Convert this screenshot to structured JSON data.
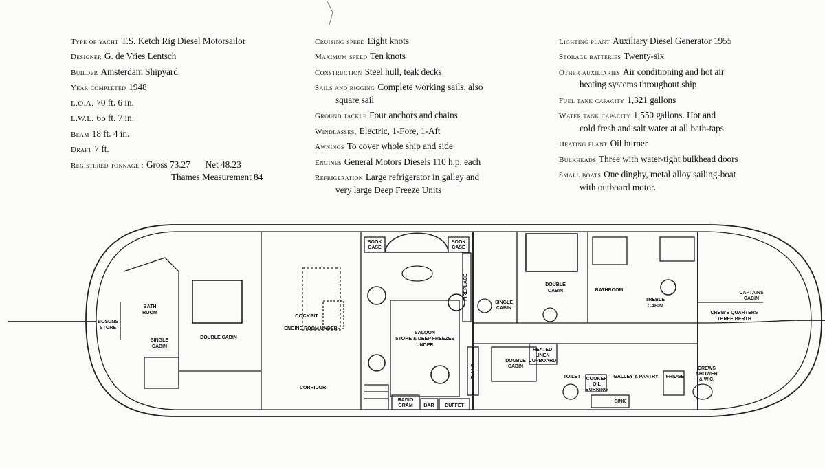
{
  "specs": {
    "col1": [
      {
        "label": "Type of yacht",
        "value": "T.S. Ketch Rig Diesel Motorsailor"
      },
      {
        "label": "Designer",
        "value": "G. de Vries Lentsch"
      },
      {
        "label": "Builder",
        "value": "Amsterdam Shipyard"
      },
      {
        "label": "Year completed",
        "value": "1948"
      },
      {
        "label": "L.O.A.",
        "value": "70 ft. 6 in."
      },
      {
        "label": "L.W.L.",
        "value": "65 ft. 7 in."
      },
      {
        "label": "Beam",
        "value": "18 ft. 4 in."
      },
      {
        "label": "Draft",
        "value": "7 ft."
      },
      {
        "label": "Registered tonnage :",
        "gross": "Gross 73.27",
        "net": "Net 48.23",
        "extra": "Thames Measurement 84"
      }
    ],
    "col2": [
      {
        "label": "Cruising speed",
        "value": "Eight knots"
      },
      {
        "label": "Maximum speed",
        "value": "Ten knots"
      },
      {
        "label": "Construction",
        "value": "Steel hull, teak decks"
      },
      {
        "label": "Sails and rigging",
        "value": "Complete working sails, also",
        "cont": "square sail"
      },
      {
        "label": "Ground tackle",
        "value": "Four anchors and chains"
      },
      {
        "label": "Windlasses,",
        "value": "Electric, 1-Fore, 1-Aft"
      },
      {
        "label": "Awnings",
        "value": "To cover whole ship and side"
      },
      {
        "label": "Engines",
        "value": "General Motors Diesels 110 h.p. each"
      },
      {
        "label": "Refrigeration",
        "value": "Large refrigerator in galley and",
        "cont": "very large Deep Freeze Units"
      }
    ],
    "col3": [
      {
        "label": "Lighting plant",
        "value": "Auxiliary Diesel Generator 1955"
      },
      {
        "label": "Storage batteries",
        "value": "Twenty-six"
      },
      {
        "label": "Other auxiliaries",
        "value": "Air conditioning and hot air",
        "cont": "heating systems throughout ship"
      },
      {
        "label": "Fuel tank capacity",
        "value": "1,321 gallons"
      },
      {
        "label": "Water tank capacity",
        "value": "1,550 gallons.  Hot and",
        "cont": "cold fresh and salt water at all bath-taps"
      },
      {
        "label": "Heating plant",
        "value": "Oil burner"
      },
      {
        "label": "Bulkheads",
        "value": "Three with water-tight bulkhead doors"
      },
      {
        "label": "Small boats",
        "value": "One dinghy, metal alloy sailing-boat",
        "cont": "with outboard motor."
      }
    ]
  },
  "plan": {
    "bosuns_store": [
      "BOSUNS",
      "STORE"
    ],
    "bath_room": [
      "BATH",
      "ROOM"
    ],
    "single_cabin_aft": [
      "SINGLE",
      "CABIN"
    ],
    "double_cabin_aft": "DOUBLE CABIN",
    "cockpit": "COCKPIT",
    "engine_room": "ENGINE ROOM UNDER",
    "corridor": "CORRIDOR",
    "book_case_left": [
      "BOOK",
      "CASE"
    ],
    "book_case_right": [
      "BOOK",
      "CASE"
    ],
    "saloon": [
      "SALOON",
      "STORE & DEEP FREEZES",
      "UNDER"
    ],
    "fireplace": "FIREPLACE",
    "radio_gram": [
      "RADIO",
      "GRAM"
    ],
    "bar": "BAR",
    "buffet": "BUFFET",
    "piano": "PIANO",
    "single_cabin_mid": [
      "SINGLE",
      "CABIN"
    ],
    "double_cabin_mid": [
      "DOUBLE",
      "CABIN"
    ],
    "double_cabin_low": [
      "DOUBLE",
      "CABIN"
    ],
    "heated_linen": [
      "HEATED",
      "LINEN",
      "CUPBOARD"
    ],
    "bathroom": "BATHROOM",
    "treble_cabin": [
      "TREBLE",
      "CABIN"
    ],
    "captains_cabin": [
      "CAPTAINS",
      "CABIN"
    ],
    "crews_quarters": [
      "CREW'S QUARTERS",
      "THREE BERTH"
    ],
    "toilet": "TOILET",
    "cooker": [
      "COOKER",
      "OIL",
      "BURNING"
    ],
    "galley": "GALLEY & PANTRY",
    "fridge": "FRIDGE",
    "sink": "SINK",
    "crews_shower": [
      "CREWS",
      "SHOWER",
      "& W.C."
    ]
  }
}
